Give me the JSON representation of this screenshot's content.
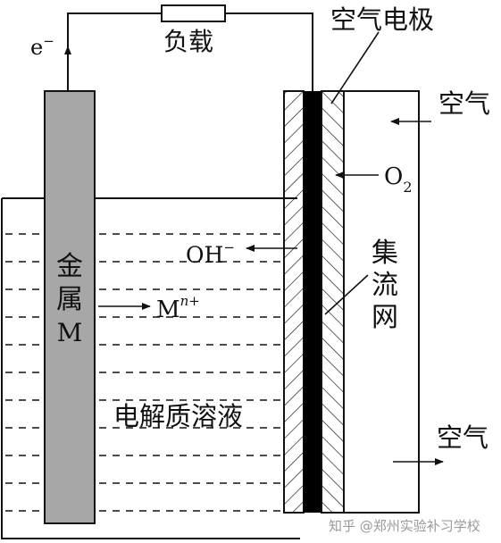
{
  "labels": {
    "load": "负载",
    "electron": "e",
    "electron_sup": "−",
    "air_electrode": "空气电极",
    "air_in": "空气",
    "air_out": "空气",
    "o2_base": "O",
    "o2_sub": "2",
    "hydroxide": "OH",
    "hydroxide_sup": "−",
    "metal_line1": "金",
    "metal_line2": "属",
    "metal_line3": "M",
    "cation_base": "M",
    "cation_sup": "n+",
    "collector_line1": "集",
    "collector_line2": "流",
    "collector_line3": "网",
    "electrolyte": "电解质溶液"
  },
  "watermark": "知乎 @郑州实验补习学校",
  "colors": {
    "metal_fill": "#a7a7a7",
    "collector": "#000000",
    "line": "#111111"
  }
}
